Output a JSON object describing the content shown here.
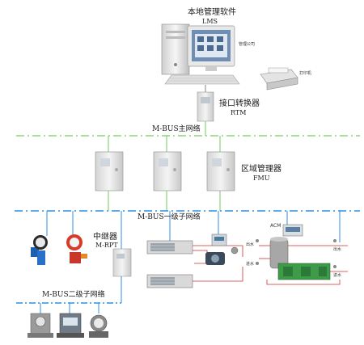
{
  "top": {
    "title": "本地管理软件",
    "subtitle": "LMS"
  },
  "printer_label": "打印机",
  "monitor_label": "管理公司",
  "rtm": {
    "title": "接口转换器",
    "subtitle": "RTM"
  },
  "main_bus_label": "M-BUS主网络",
  "fmu": {
    "title": "区域管理器",
    "subtitle": "FMU"
  },
  "sub_bus1_label": "M-BUS一级子网络",
  "repeater": {
    "title": "中继器",
    "subtitle": "M-RPT"
  },
  "sub_bus2_label": "M-BUS二级子网络",
  "acm_label": "ACM",
  "hvac_labels": {
    "out": "出水",
    "in": "进水",
    "out2": "出水",
    "in2": "进水"
  },
  "colors": {
    "green_bus": "#8cd27a",
    "blue_bus": "#2f8fe0",
    "cabinet": "#e8e8e8"
  }
}
